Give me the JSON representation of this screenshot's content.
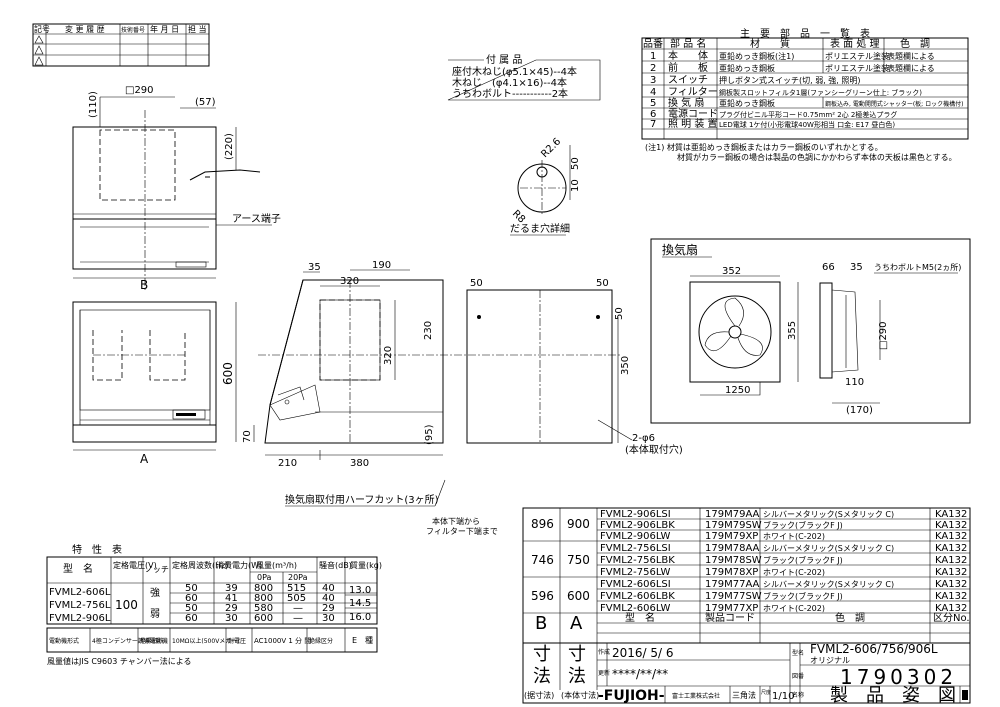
{
  "revision_table": {
    "headers": [
      "記号",
      "変 更 履 歴",
      "技術番号",
      "年 月 日",
      "担 当"
    ]
  },
  "accessories": {
    "title": "付 属 品",
    "items": [
      "座付木ねじ(φ5.1×45)--4本",
      "木ねじ　(φ4.1×16)--4本",
      "うちわボルト-----------2本"
    ]
  },
  "parts_table": {
    "title": "主　要　部　品　一　覧　表",
    "headers": [
      "品番",
      "部 品 名",
      "材　　質",
      "表 面 処 理",
      "色　調"
    ],
    "rows": [
      [
        "1",
        "本　　体",
        "亜鉛めっき鋼板(注1)",
        "ポリエステル塗装",
        "表題欄による"
      ],
      [
        "2",
        "前　　板",
        "亜鉛めっき鋼板",
        "ポリエステル塗装",
        "表題欄による"
      ],
      [
        "3",
        "スイッチ",
        "押しボタン式スイッチ(切, 弱, 強, 照明)",
        "",
        ""
      ],
      [
        "4",
        "フィルター",
        "鋼板製スロットフィルタ1層(ファンシーグリーン仕上: ブラック)",
        "",
        ""
      ],
      [
        "5",
        "換 気 扇",
        "亜鉛めっき鋼板",
        "鋼板込み, 電動開閉式シャッター(板; ロック機構付)",
        ""
      ],
      [
        "6",
        "電源コード",
        "プラグ付ビニル平形コード0.75mm² 2心 2極差込プラグ",
        "",
        ""
      ],
      [
        "7",
        "照 明 装 置",
        "LED電球 1ケ付(小形電球40W形相当 口金: E17 昼白色)",
        "",
        ""
      ]
    ],
    "notes": [
      "(注1) 材質は亜鉛めっき鋼板またはカラー鋼板のいずれかとする。",
      "材質がカラー鋼板の場合は製品の色調にかかわらず本体の天板は黒色とする。"
    ]
  },
  "drawing_labels": {
    "earth": "アース端子",
    "hole_detail": "だるま穴詳細",
    "mount_hole": "2-φ6",
    "mount_hole_note": "(本体取付穴)",
    "half_cut": "換気扇取付用ハーフカット(3ヶ所)",
    "filter_note1": "本体下端から",
    "filter_note2": "フィルター下端まで",
    "fan_title": "換気扇",
    "fan_bolt": "うちわボルトM5(2ヵ所)",
    "dim_B": "B",
    "dim_A": "A",
    "dims": {
      "d290": "□290",
      "d57": "(57)",
      "d110": "(110)",
      "d220": "(220)",
      "d35": "35",
      "d190": "190",
      "d320a": "320",
      "d320b": "320",
      "d230": "230",
      "d50a": "50",
      "d50b": "50",
      "d50c": "50",
      "d350": "350",
      "d600": "600",
      "d70": "70",
      "d95": "(95)",
      "d210": "210",
      "d380": "380",
      "r26": "R2.6",
      "d50h": "50",
      "d10h": "10",
      "r8": "R8",
      "f352": "352",
      "f355": "355",
      "f66": "66",
      "f35": "35",
      "f290": "□290",
      "f110": "110",
      "f1250": "1250",
      "f170": "(170)"
    }
  },
  "characteristics": {
    "title": "特　性　表",
    "headers": [
      "型　名",
      "定格電圧(V)",
      "ノッチ",
      "定格周波数(Hz)",
      "消費電力(W)",
      "風量(m³/h)",
      "騒音(dB)",
      "質量(kg)"
    ],
    "subheaders": [
      "0Pa",
      "20Pa"
    ],
    "models": [
      "FVML2-606L",
      "FVML2-756L",
      "FVML2-906L"
    ],
    "voltage": "100",
    "notch_strong": "強",
    "notch_weak": "弱",
    "rows": [
      [
        "50",
        "39",
        "800",
        "515",
        "40"
      ],
      [
        "60",
        "41",
        "800",
        "505",
        "40"
      ],
      [
        "50",
        "29",
        "580",
        "—",
        "29"
      ],
      [
        "60",
        "30",
        "600",
        "—",
        "30"
      ]
    ],
    "weights": [
      "13.0",
      "14.5",
      "16.0"
    ],
    "footer_row": [
      "電動機形式",
      "4極コンデンサー誘導電動機",
      "絶縁抵抗",
      "10MΩ以上(500Vメガー)",
      "耐電圧",
      "AC1000V 1 分 間",
      "絶縁区分",
      "E　種"
    ],
    "footnote": "風量値はJIS C9603 チャンバー法による"
  },
  "models_table": {
    "groups": [
      {
        "b": "896",
        "a": "900",
        "rows": [
          [
            "FVML2-906LSI",
            "179M79AA",
            "シルバーメタリック(Sメタリック C)",
            "KA132"
          ],
          [
            "FVML2-906LBK",
            "179M79SW",
            "ブラック(ブラックF J)",
            "KA132"
          ],
          [
            "FVML2-906LW",
            "179M79XP",
            "ホワイト(C-202)",
            "KA132"
          ]
        ]
      },
      {
        "b": "746",
        "a": "750",
        "rows": [
          [
            "FVML2-756LSI",
            "179M78AA",
            "シルバーメタリック(Sメタリック C)",
            "KA132"
          ],
          [
            "FVML2-756LBK",
            "179M78SW",
            "ブラック(ブラックF J)",
            "KA132"
          ],
          [
            "FVML2-756LW",
            "179M78XP",
            "ホワイト(C-202)",
            "KA132"
          ]
        ]
      },
      {
        "b": "596",
        "a": "600",
        "rows": [
          [
            "FVML2-606LSI",
            "179M77AA",
            "シルバーメタリック(Sメタリック C)",
            "KA132"
          ],
          [
            "FVML2-606LBK",
            "179M77SW",
            "ブラック(ブラックF J)",
            "KA132"
          ],
          [
            "FVML2-606LW",
            "179M77XP",
            "ホワイト(C-202)",
            "KA132"
          ]
        ]
      }
    ],
    "header": [
      "B",
      "A",
      "型　名",
      "製品コード",
      "色　調",
      "区分No."
    ],
    "b_label": "寸",
    "b_label2": "法",
    "b_sub": "(据寸法)",
    "a_sub": "(本体寸法)"
  },
  "title_block": {
    "created_label": "作成",
    "created_date": "2016/ 5/ 6",
    "changed_label": "更新",
    "changed_date": "****/**/**",
    "model_label": "型名",
    "model_name": "FVML2-606/756/906L",
    "original": "オリジナル",
    "drawing_label": "図番",
    "drawing_no": "1790302",
    "brand": "-FUJIOH-",
    "company": "富士工業株式会社",
    "projection": "三角法",
    "scale_label": "尺度",
    "scale": "1/10",
    "title_label": "名称",
    "title": "製　品　姿　図"
  }
}
